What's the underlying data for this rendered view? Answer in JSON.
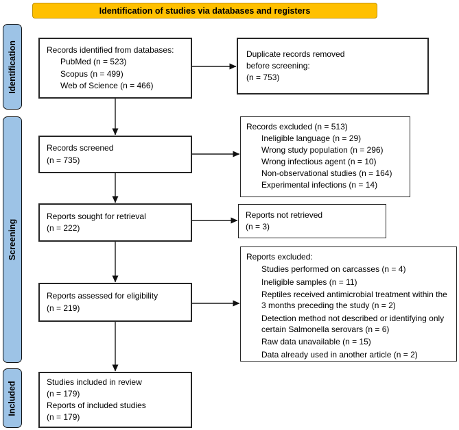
{
  "header": {
    "title": "Identification of studies via databases and registers"
  },
  "colors": {
    "header_fill": "#FFC000",
    "header_border": "#BF8F00",
    "stage_fill": "#9DC3E6",
    "box_border": "#262626"
  },
  "stages": {
    "identification": "Identification",
    "screening": "Screening",
    "included": "Included"
  },
  "boxes": {
    "records_identified": {
      "title": "Records identified from databases:",
      "items": [
        "PubMed (n = 523)",
        "Scopus (n = 499)",
        "Web of Science (n = 466)"
      ]
    },
    "duplicates_removed": {
      "lines": [
        "Duplicate records removed",
        "before screening:",
        "(n = 753)"
      ]
    },
    "records_screened": {
      "lines": [
        "Records screened",
        "(n = 735)"
      ]
    },
    "records_excluded": {
      "title": "Records excluded (n = 513)",
      "items": [
        "Ineligible language (n = 29)",
        "Wrong study population (n = 296)",
        "Wrong infectious agent (n = 10)",
        "Non-observational studies (n = 164)",
        "Experimental infections (n = 14)"
      ]
    },
    "reports_sought": {
      "lines": [
        "Reports sought for retrieval",
        "(n = 222)"
      ]
    },
    "reports_not_retrieved": {
      "lines": [
        "Reports not retrieved",
        "(n = 3)"
      ]
    },
    "reports_assessed": {
      "lines": [
        "Reports assessed for eligibility",
        "(n = 219)"
      ]
    },
    "reports_excluded": {
      "title": "Reports excluded:",
      "items": [
        "Studies performed on carcasses (n = 4)",
        "Ineligible samples (n = 11)",
        "Reptiles received antimicrobial treatment within the 3 months preceding the study (n = 2)",
        "Detection method not described or identifying only certain Salmonella serovars (n = 6)",
        "Raw data unavailable (n = 15)",
        "Data already used in another article (n = 2)"
      ]
    },
    "included_studies": {
      "lines": [
        "Studies included in review",
        "(n = 179)",
        "Reports of included studies",
        "(n = 179)"
      ]
    }
  }
}
